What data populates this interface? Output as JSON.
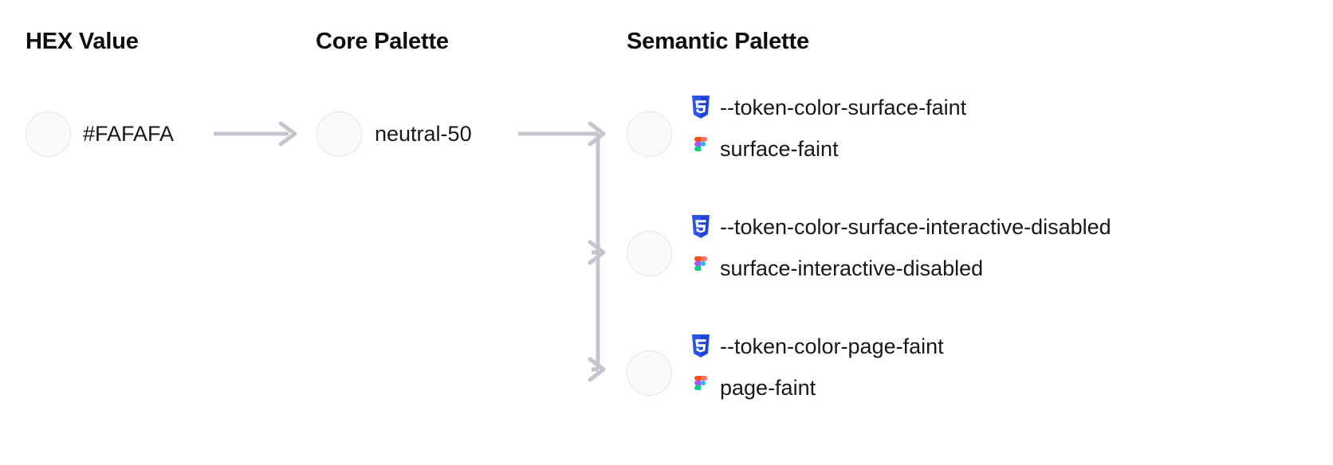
{
  "columns": {
    "hex": {
      "heading": "HEX Value"
    },
    "core": {
      "heading": "Core Palette"
    },
    "semantic": {
      "heading": "Semantic Palette"
    }
  },
  "hex": {
    "value": "#FAFAFA",
    "swatch_color": "#FAFAFA"
  },
  "core": {
    "value": "neutral-50",
    "swatch_color": "#FAFAFA"
  },
  "semantic": {
    "tokens": [
      {
        "css_var": "--token-color-surface-faint",
        "figma_name": "surface-faint",
        "swatch_color": "#FAFAFA",
        "css_icon": "css3-icon",
        "figma_icon": "figma-icon"
      },
      {
        "css_var": "--token-color-surface-interactive-disabled",
        "figma_name": "surface-interactive-disabled",
        "swatch_color": "#FAFAFA",
        "css_icon": "css3-icon",
        "figma_icon": "figma-icon"
      },
      {
        "css_var": "--token-color-page-faint",
        "figma_name": "page-faint",
        "swatch_color": "#FAFAFA",
        "css_icon": "css3-icon",
        "figma_icon": "figma-icon"
      }
    ]
  },
  "connectors": {
    "color": "#C3C6CE",
    "arrow_hex_to_core": "arrow-right-icon",
    "arrow_core_to_semantic": "branching-arrow-icon"
  },
  "palette": {
    "text": "#18181b",
    "heading": "#0d0d0d",
    "swatch_border": "#E4E4E7",
    "connector": "#C3C6CE",
    "css_blue_light": "#2D53E8",
    "css_blue_dark": "#1B42CE",
    "figma_red": "#F24E1E",
    "figma_salmon": "#FF7262",
    "figma_purple": "#A259FF",
    "figma_blue": "#1ABCFE",
    "figma_green": "#0ACF83"
  }
}
